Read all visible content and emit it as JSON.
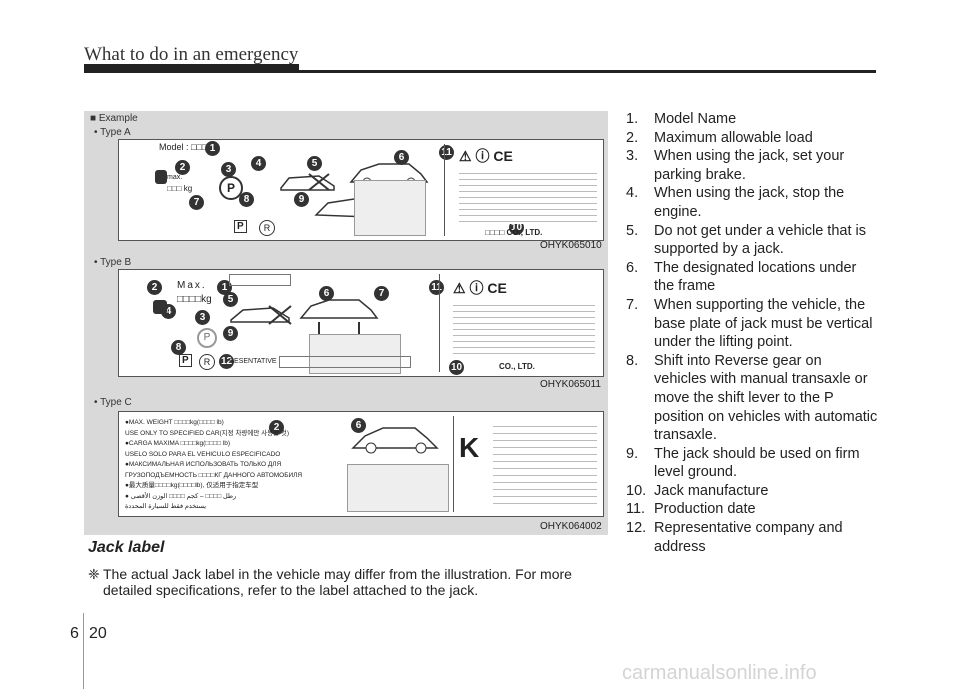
{
  "header": {
    "title": "What to do in an emergency"
  },
  "figure": {
    "example_label": "■ Example",
    "type_a_label": "• Type A",
    "type_b_label": "• Type B",
    "type_c_label": "• Type C",
    "code_a": "OHYK065010",
    "code_b": "OHYK065011",
    "code_c": "OHYK064002",
    "panel_a": {
      "model_label": "Model : □□□",
      "max_label": "max.",
      "max_value": "□□□ kg",
      "company": "□□□□ CO., LTD."
    },
    "panel_b": {
      "max_label": "Max.",
      "max_value": "□□□□kg",
      "representative": "RESENTATIVE",
      "company": "CO., LTD."
    },
    "panel_c": {
      "lines": [
        "●MAX. WEIGHT □□□□kg(□□□□ lb)",
        "USE ONLY TO SPECIFIED CAR(지정 차량에만 사용할 것)",
        "●CARGA MAXIMA □□□□kg(□□□□ lb)",
        "USELO SOLO PARA EL VEHICULO ESPECIFICADO",
        "●МАКСИМАЛЬНАЯ ИСПОЛЬЗОВАТЬ ТОЛЬКО ДЛЯ",
        "ГРУЗОПОДЪЕМНОСТЬ □□□□КГ ДАННОГО АВТОМОБИЛЯ",
        "●最大质量□□□□kg(□□□□lb), 仅适用于指定车型",
        "● رطل □□□□ – كجم □□□□ الوزن الأقصى",
        "يستخدم فقط للسيارة المحددة"
      ]
    }
  },
  "jack_label": {
    "title": "Jack label",
    "note_symbol": "❈",
    "note_text": "The actual Jack label in the vehicle may differ from the illustration. For more detailed specifications, refer to the label attached to the jack."
  },
  "list_items": [
    {
      "n": "1.",
      "text": "Model Name"
    },
    {
      "n": "2.",
      "text": "Maximum allowable load"
    },
    {
      "n": "3.",
      "text": "When using the jack, set your parking brake."
    },
    {
      "n": "4.",
      "text": "When using the jack, stop the engine."
    },
    {
      "n": "5.",
      "text": "Do not get under a vehicle that is supported by a jack."
    },
    {
      "n": "6.",
      "text": "The designated locations under the frame"
    },
    {
      "n": "7.",
      "text": "When supporting the vehicle, the base plate of jack must be vertical under the lifting point."
    },
    {
      "n": "8.",
      "text": "Shift into Reverse gear on vehicles with manual transaxle or move the shift lever to the P position on vehicles with automatic transaxle."
    },
    {
      "n": "9.",
      "text": "The jack should be used on firm level ground."
    },
    {
      "n": "10.",
      "text": "Jack manufacture"
    },
    {
      "n": "11.",
      "text": "Production date"
    },
    {
      "n": "12.",
      "text": "Representative company and address"
    }
  ],
  "footer": {
    "section": "6",
    "page": "20",
    "watermark": "carmanualsonline.info"
  },
  "colors": {
    "figure_bg": "#d9d9d9",
    "rule": "#222222"
  }
}
